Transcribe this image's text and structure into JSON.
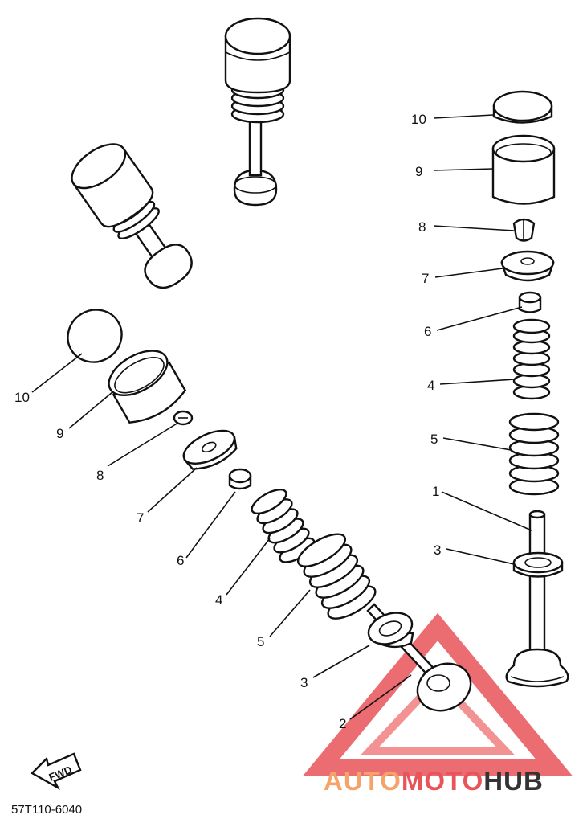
{
  "diagram": {
    "code": "57T110-6040",
    "fwd": "FWD",
    "brand": {
      "part1": "AUTO",
      "part2": "MOTO",
      "part3": "HUB",
      "color_orange": "#F5A36B",
      "color_red": "#E8545A",
      "color_dark": "#333333"
    },
    "callouts_right": [
      {
        "id": "r10",
        "label": "10"
      },
      {
        "id": "r9",
        "label": "9"
      },
      {
        "id": "r8",
        "label": "8"
      },
      {
        "id": "r7",
        "label": "7"
      },
      {
        "id": "r6",
        "label": "6"
      },
      {
        "id": "r4",
        "label": "4"
      },
      {
        "id": "r5",
        "label": "5"
      },
      {
        "id": "r1",
        "label": "1"
      },
      {
        "id": "r3",
        "label": "3"
      }
    ],
    "callouts_left": [
      {
        "id": "l10",
        "label": "10"
      },
      {
        "id": "l9",
        "label": "9"
      },
      {
        "id": "l8",
        "label": "8"
      },
      {
        "id": "l7",
        "label": "7"
      },
      {
        "id": "l6",
        "label": "6"
      },
      {
        "id": "l4",
        "label": "4"
      },
      {
        "id": "l5",
        "label": "5"
      },
      {
        "id": "l3",
        "label": "3"
      },
      {
        "id": "l2",
        "label": "2"
      }
    ]
  }
}
